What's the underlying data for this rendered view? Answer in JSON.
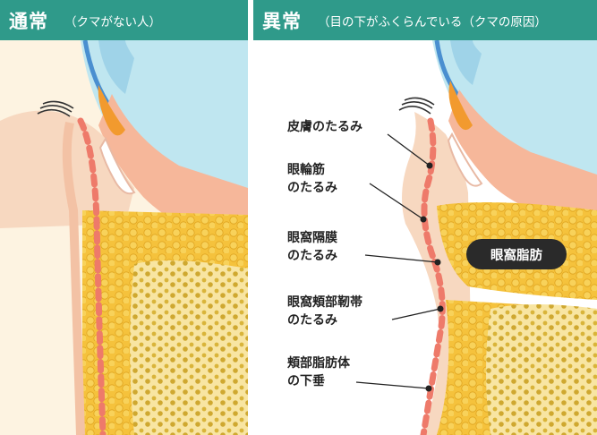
{
  "normal": {
    "title": "通常",
    "subtitle": "（クマがない人）"
  },
  "abnormal": {
    "title": "異常",
    "subtitle": "（目の下がふくらんでいる（クマの原因）",
    "badge": "眼窩脂肪",
    "labels": [
      "皮膚のたるみ",
      "眼輪筋\nのたるみ",
      "眼窩隔膜\nのたるみ",
      "眼窩頬部靭帯\nのたるみ",
      "頬部脂肪体\nの下垂"
    ]
  },
  "colors": {
    "header": "#2f9a8a",
    "eye": "#bfe6f0",
    "skin": "#f7d8c0",
    "fat": "#f5c23c",
    "bone": "#f8e5a2",
    "muscle_dash": "#ee7a6a",
    "label_bg": "#2a2a2a"
  }
}
